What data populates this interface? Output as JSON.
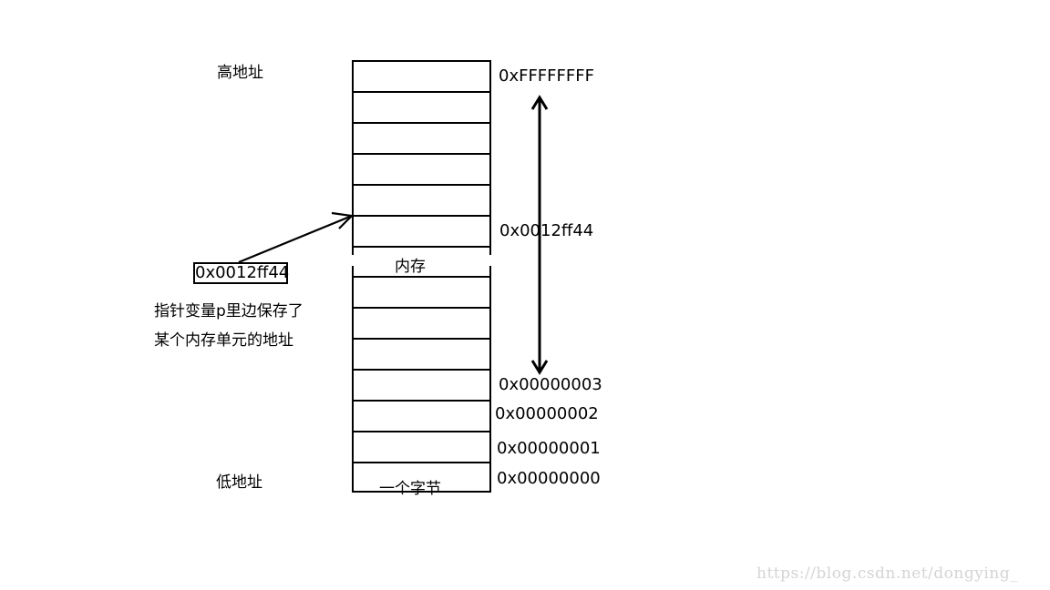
{
  "high_address_label": "高地址",
  "low_address_label": "低地址",
  "memory_label": "内存",
  "byte_label": "一个字节",
  "addresses": {
    "top": "0xFFFFFFFF",
    "pointer_target": "0x0012ff44",
    "addr3": "0x00000003",
    "addr2": "0x00000002",
    "addr1": "0x00000001",
    "addr0": "0x00000000"
  },
  "pointer_value": "0x0012ff44",
  "description_line1": "指针变量p里边保存了",
  "description_line2": "某个内存单元的地址",
  "watermark": "https://blog.csdn.net/dongying_"
}
